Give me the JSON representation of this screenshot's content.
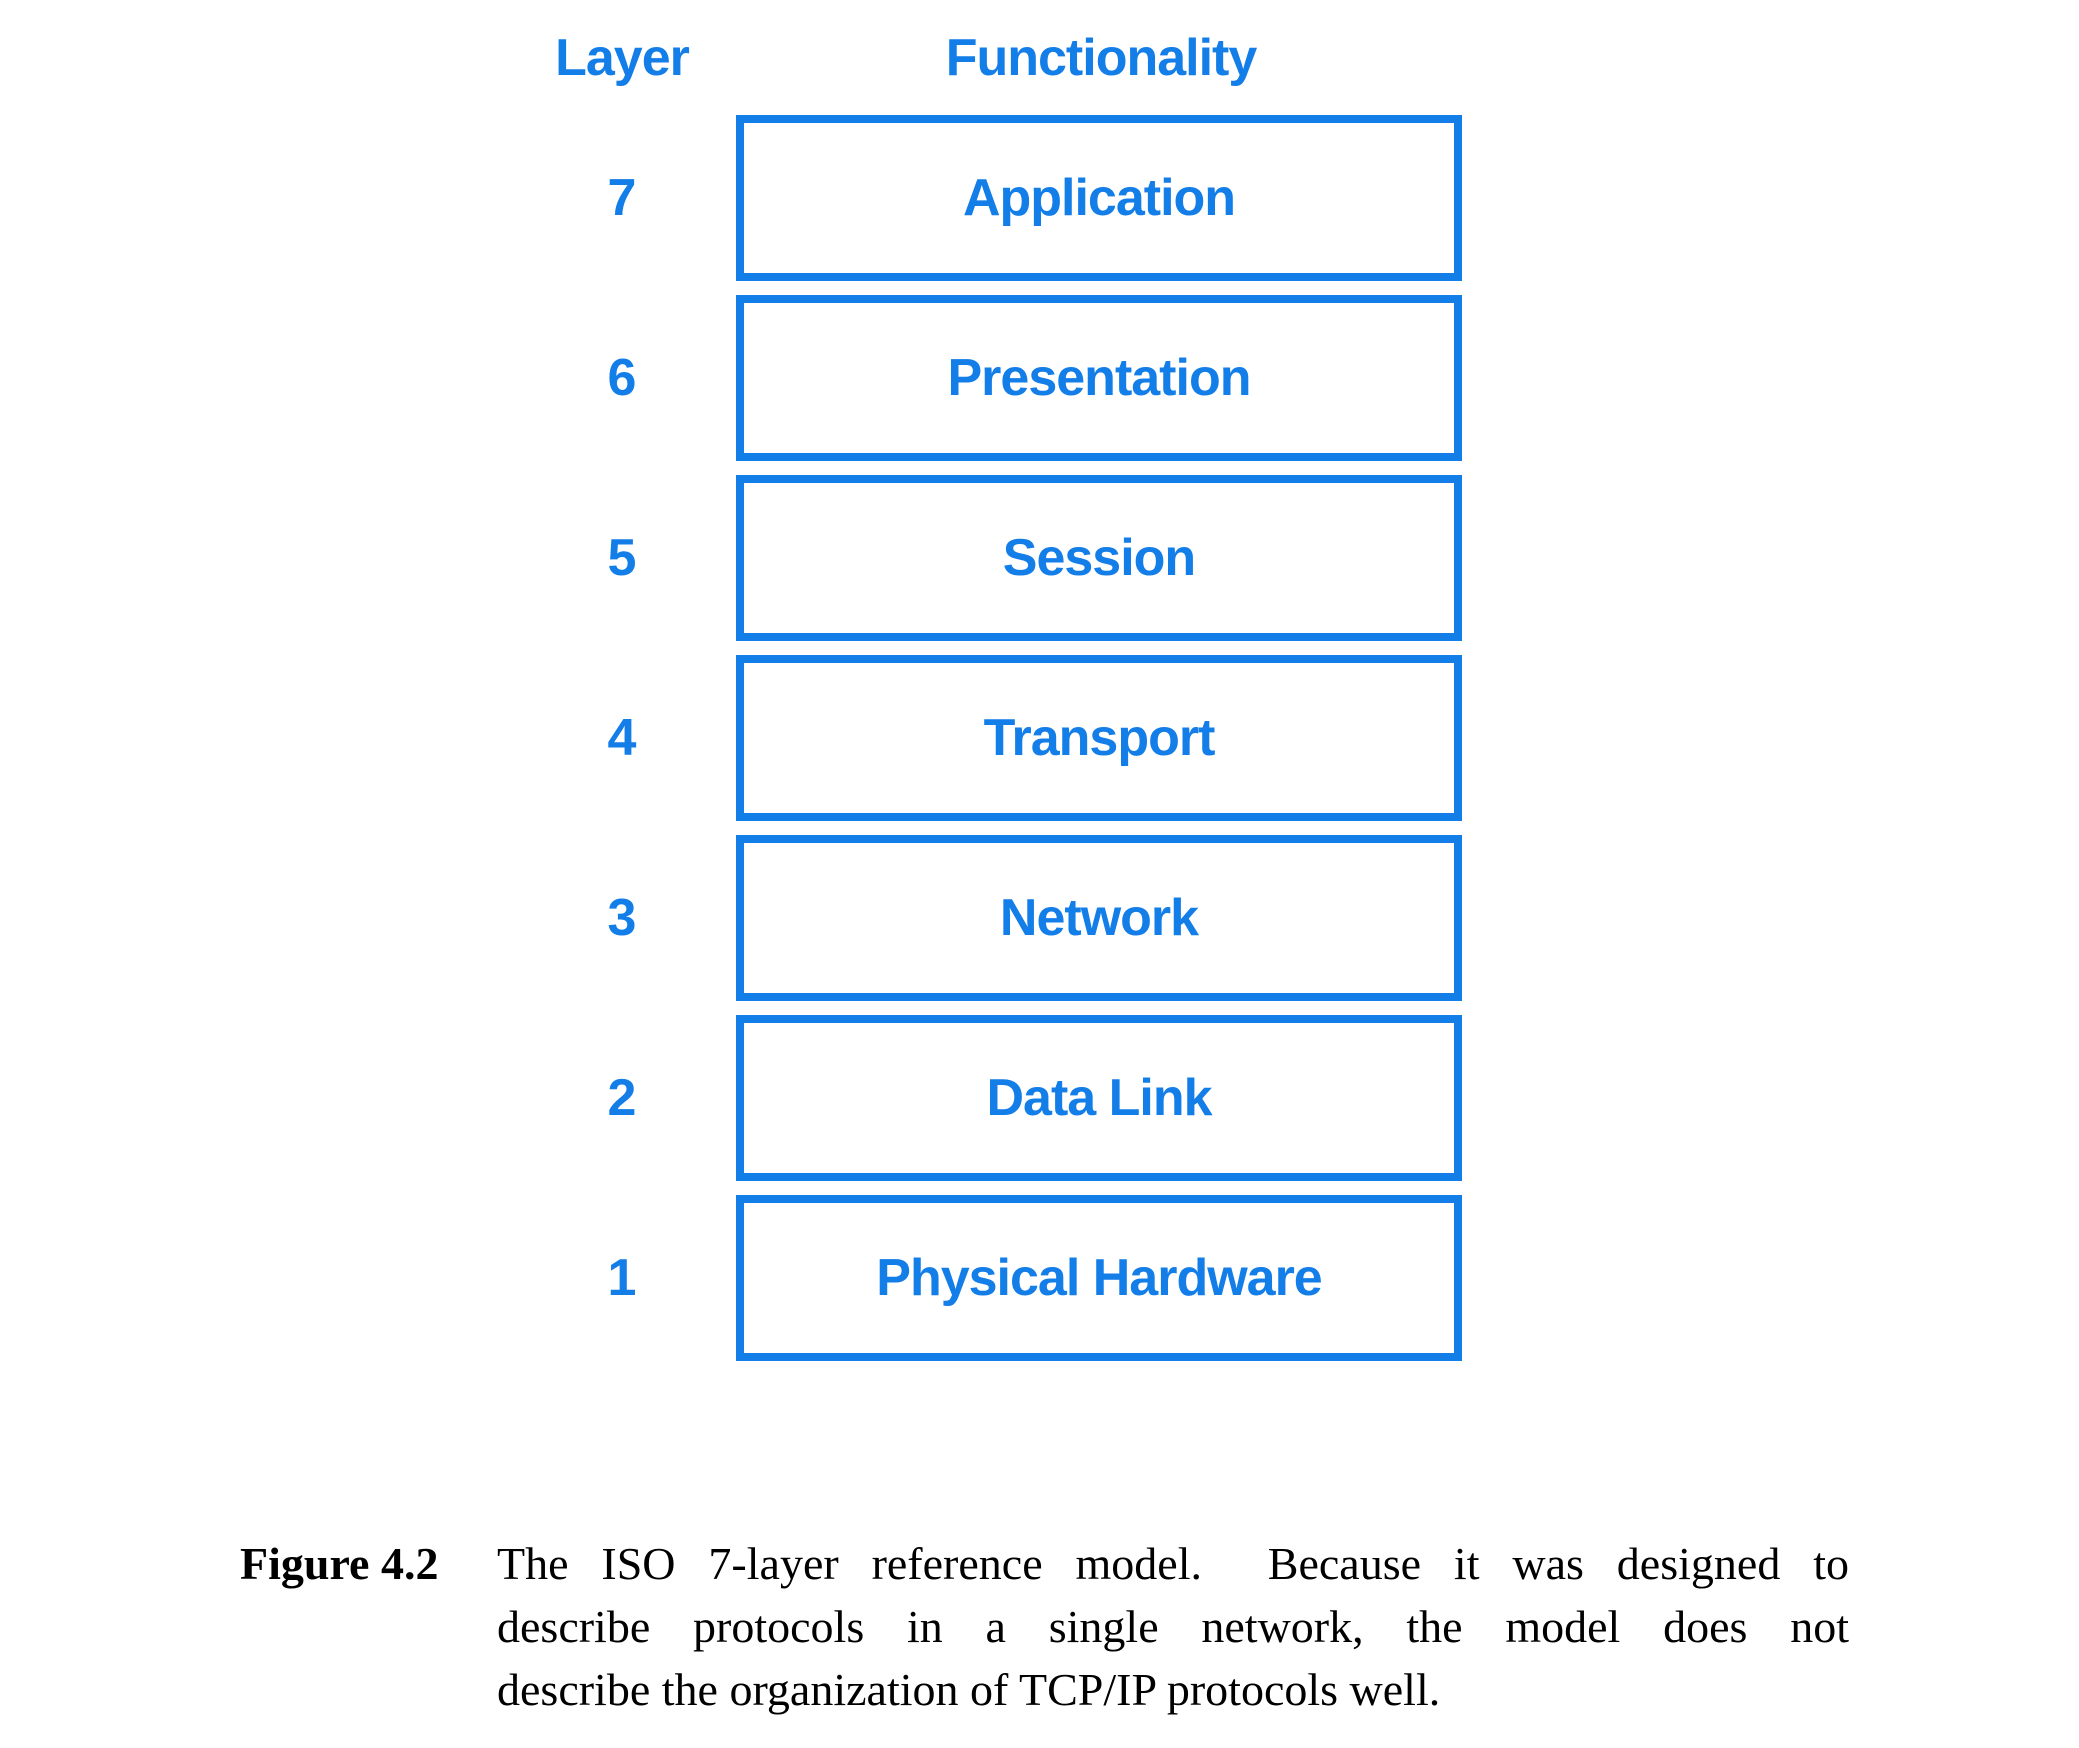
{
  "colors": {
    "accent": "#137de8",
    "caption_text": "#000000",
    "background": "#ffffff"
  },
  "diagram": {
    "layer_header": "Layer",
    "functionality_header": "Functionality",
    "layers": [
      {
        "number": "7",
        "label": "Application"
      },
      {
        "number": "6",
        "label": "Presentation"
      },
      {
        "number": "5",
        "label": "Session"
      },
      {
        "number": "4",
        "label": "Transport"
      },
      {
        "number": "3",
        "label": "Network"
      },
      {
        "number": "2",
        "label": "Data Link"
      },
      {
        "number": "1",
        "label": "Physical Hardware"
      }
    ]
  },
  "caption": {
    "label": "Figure 4.2",
    "lines": [
      "The ISO 7-layer reference model.  Because it was designed to",
      "describe protocols in a single network, the model does not",
      "describe the organization of TCP/IP protocols well."
    ]
  }
}
